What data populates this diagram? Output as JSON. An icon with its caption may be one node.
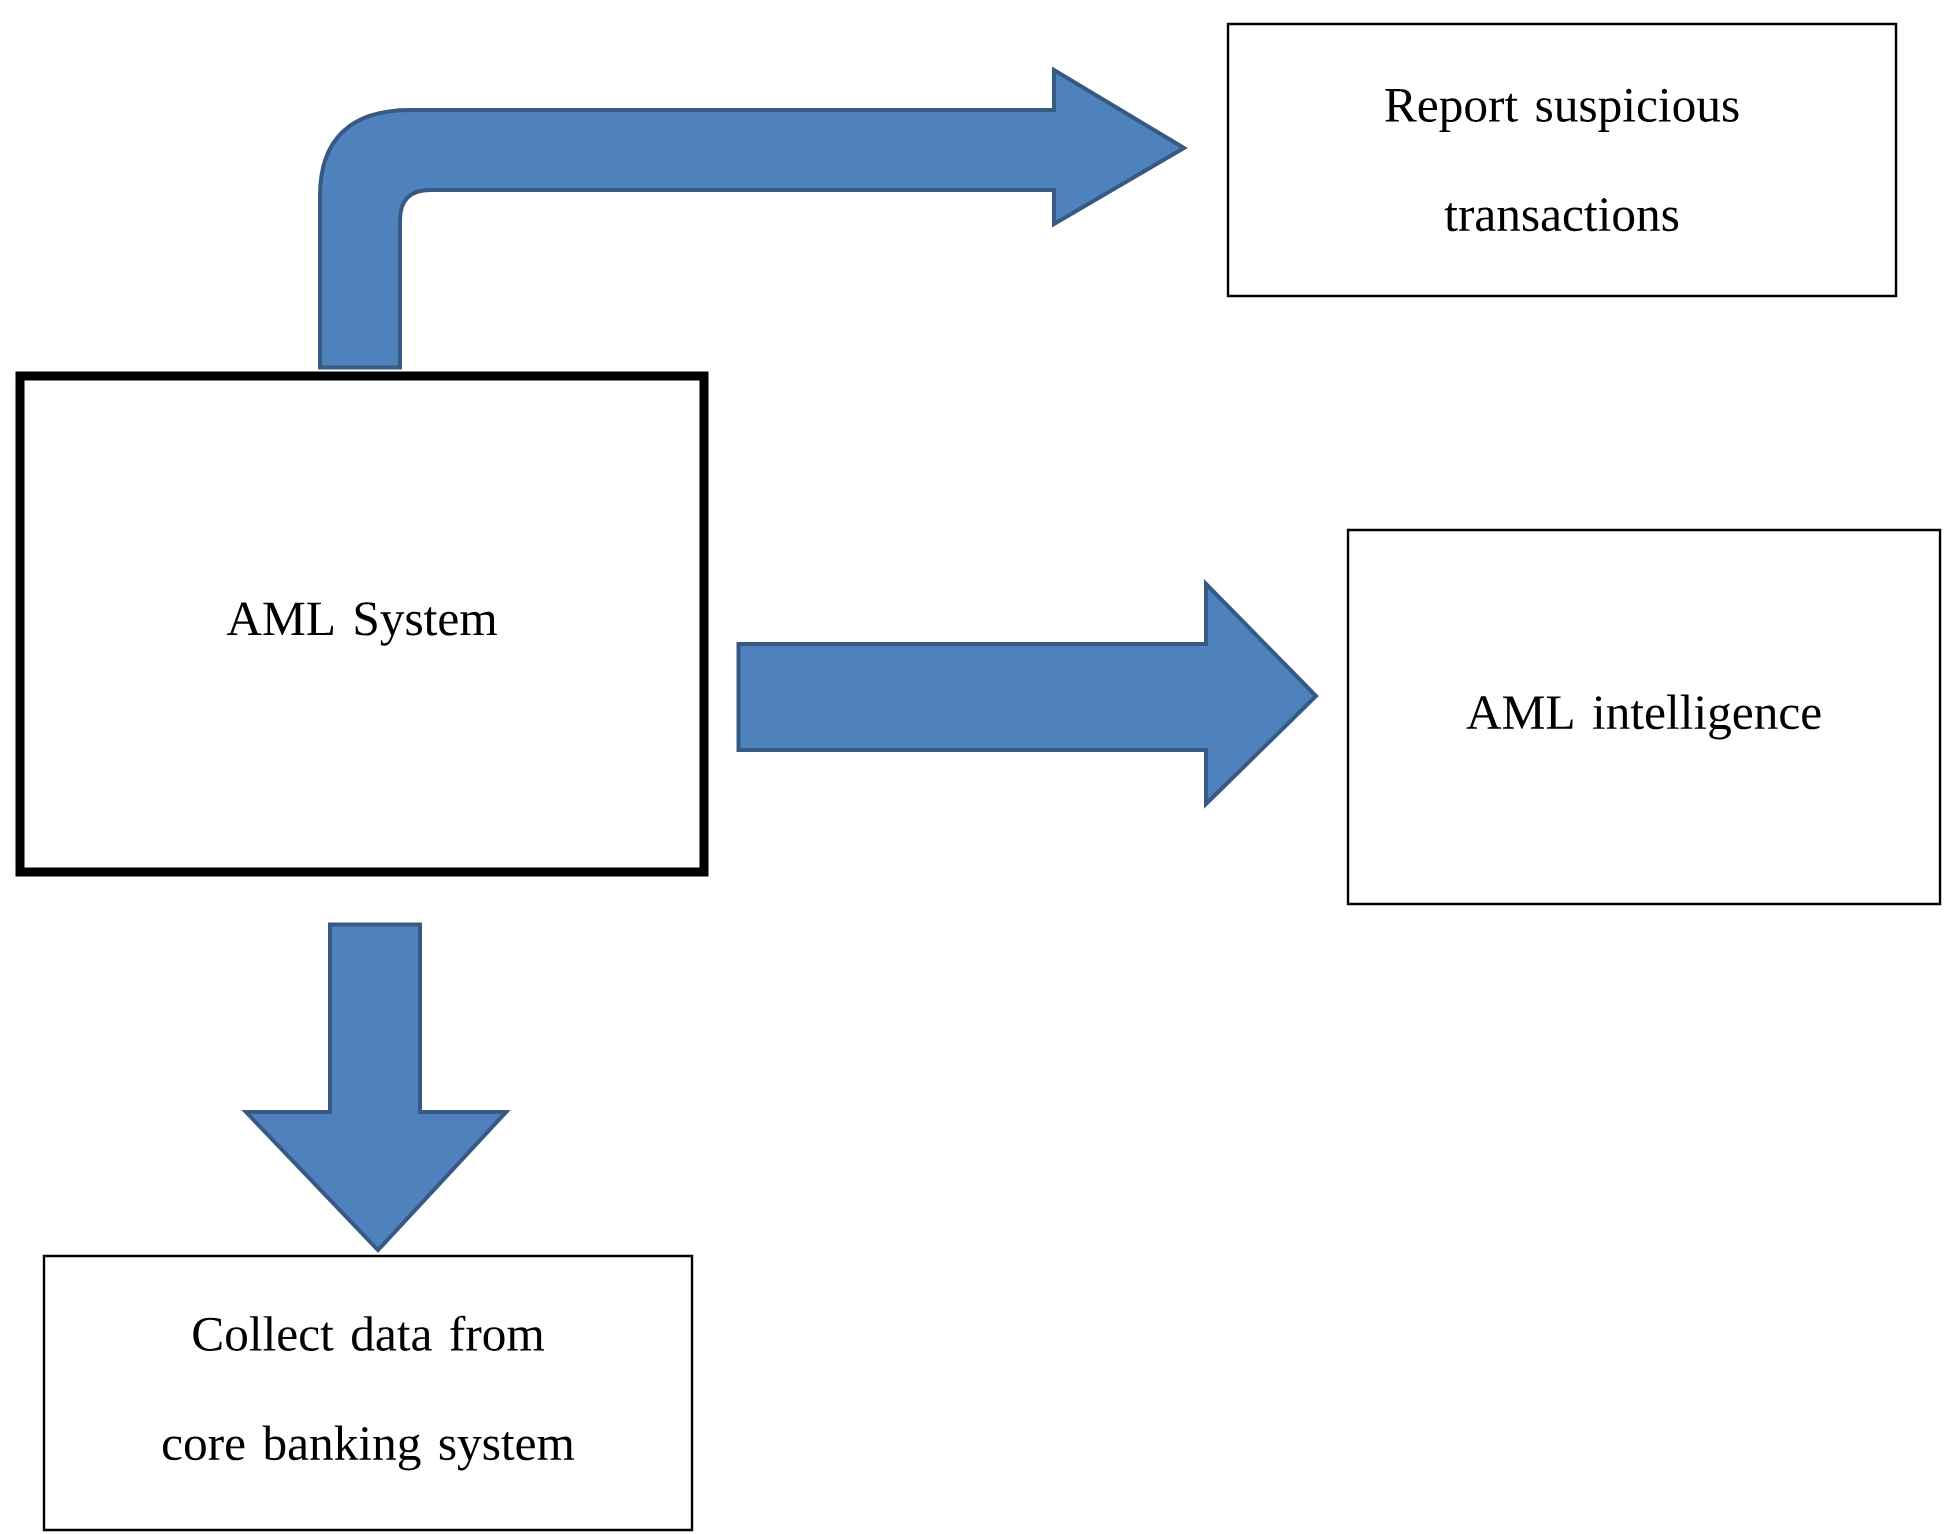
{
  "diagram": {
    "nodes": [
      {
        "text": [
          "AML System"
        ]
      },
      {
        "text": [
          "Report suspicious transactions"
        ]
      },
      {
        "text": [
          "AML intelligence"
        ]
      },
      {
        "text": [
          "Collect data from core banking system"
        ]
      }
    ],
    "edges": [
      {
        "from": 0,
        "to": 1,
        "arrow": "to"
      },
      {
        "from": 0,
        "to": 2,
        "arrow": "to"
      },
      {
        "from": 0,
        "to": 3,
        "arrow": "to"
      }
    ]
  }
}
